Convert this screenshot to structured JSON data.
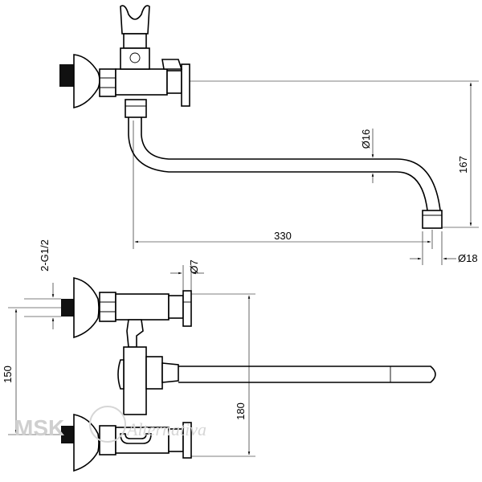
{
  "dimensions": {
    "height_top": "167",
    "spout_length": "330",
    "spout_diameter": "Ø16",
    "outlet_diameter": "Ø18",
    "thread": "2-G1/2",
    "handle_diameter": "Ø7",
    "inlet_spacing": "150",
    "body_height": "180"
  },
  "watermark": {
    "brand": "MSK",
    "suffix": "Alternativa"
  },
  "colors": {
    "line": "#000000",
    "background": "#ffffff",
    "watermark": "#cfcfcf"
  }
}
